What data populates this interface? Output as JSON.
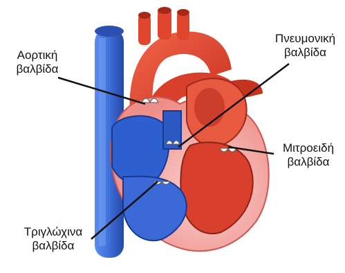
{
  "labels": {
    "aortic": {
      "line1": "Αορτική",
      "line2": "βαλβίδα"
    },
    "pulmonary": {
      "line1": "Πνευμονική",
      "line2": "βαλβίδα"
    },
    "mitral": {
      "line1": "Μιτροειδή",
      "line2": "βαλβίδα"
    },
    "tricuspid": {
      "line1": "Τριγλώχινα",
      "line2": "βαλβίδα"
    }
  },
  "colors": {
    "artery_red": "#e8452c",
    "artery_dark": "#a4241a",
    "vein_blue": "#3f6fd8",
    "vein_dark": "#1c3a8e",
    "myocardium_pink": "#f7b3b0",
    "leader_line": "#111111"
  }
}
